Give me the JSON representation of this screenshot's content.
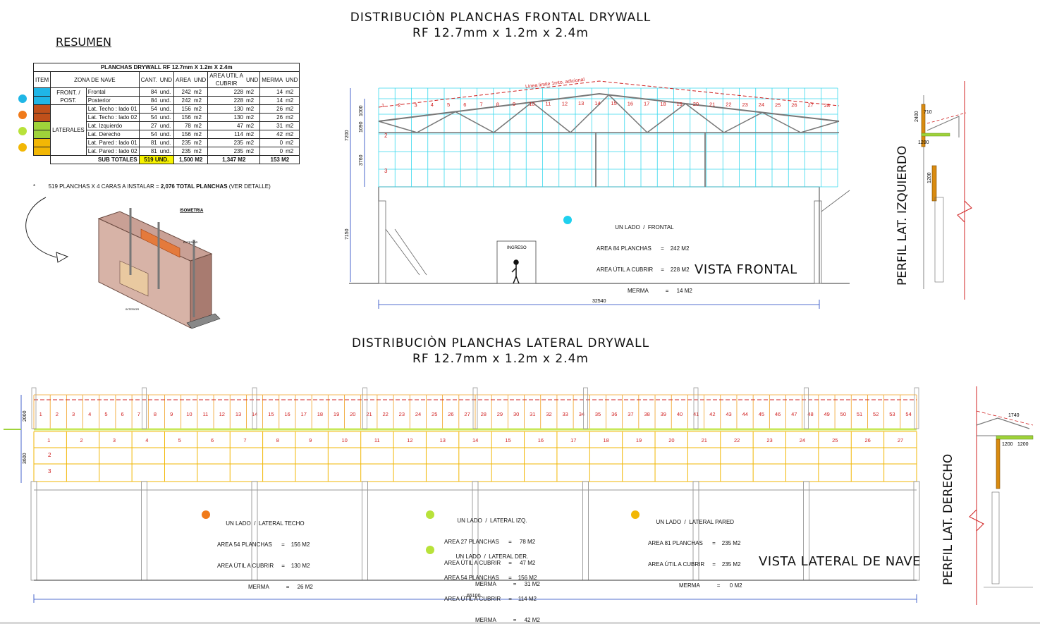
{
  "titles": {
    "frontal_line1": "DISTRIBUCIÒN  PLANCHAS  FRONTAL  DRYWALL",
    "frontal_line2": "RF  12.7mm  x  1.2m  x  2.4m",
    "lateral_line1": "DISTRIBUCIÒN  PLANCHAS  LATERAL  DRYWALL",
    "lateral_line2": "RF  12.7mm  x  1.2m  x  2.4m"
  },
  "resumen": {
    "label": "RESUMEN",
    "table_title": "PLANCHAS DRYWALL RF 12.7mm X 1.2m X 2.4m",
    "headers": {
      "item": "ITEM",
      "zona": "ZONA DE NAVE",
      "cant": "CANT.",
      "und1": "UND",
      "area": "AREA",
      "und2": "UND",
      "util_line1": "AREA UTIL A",
      "util_line2": "CUBRIR",
      "und3": "UND",
      "merma": "MERMA",
      "und4": "UND"
    },
    "group_front_line1": "FRONT. /",
    "group_front_line2": "POST.",
    "group_lat": "LATERALES",
    "rows": [
      {
        "zona": "Frontal",
        "cant": "84",
        "cu": "und.",
        "area": "242",
        "au": "m2",
        "util": "228",
        "uu": "m2",
        "merma": "14",
        "mu": "m2",
        "color": "#1fb6e6"
      },
      {
        "zona": "Posterior",
        "cant": "84",
        "cu": "und.",
        "area": "242",
        "au": "m2",
        "util": "228",
        "uu": "m2",
        "merma": "14",
        "mu": "m2",
        "color": "#1fb6e6"
      },
      {
        "zona": "Lat. Techo : lado 01",
        "cant": "54",
        "cu": "und.",
        "area": "156",
        "au": "m2",
        "util": "130",
        "uu": "m2",
        "merma": "26",
        "mu": "m2",
        "color": "#c0501a"
      },
      {
        "zona": "Lat. Techo : lado 02",
        "cant": "54",
        "cu": "und.",
        "area": "156",
        "au": "m2",
        "util": "130",
        "uu": "m2",
        "merma": "26",
        "mu": "m2",
        "color": "#c0501a"
      },
      {
        "zona": "Lat. Izquierdo",
        "cant": "27",
        "cu": "und.",
        "area": "78",
        "au": "m2",
        "util": "47",
        "uu": "m2",
        "merma": "31",
        "mu": "m2",
        "color": "#9fd33a"
      },
      {
        "zona": "Lat. Derecho",
        "cant": "54",
        "cu": "und.",
        "area": "156",
        "au": "m2",
        "util": "114",
        "uu": "m2",
        "merma": "42",
        "mu": "m2",
        "color": "#9fd33a"
      },
      {
        "zona": "Lat. Pared : lado 01",
        "cant": "81",
        "cu": "und.",
        "area": "235",
        "au": "m2",
        "util": "235",
        "uu": "m2",
        "merma": "0",
        "mu": "m2",
        "color": "#f2b705"
      },
      {
        "zona": "Lat. Pared : lado 02",
        "cant": "81",
        "cu": "und.",
        "area": "235",
        "au": "m2",
        "util": "235",
        "uu": "m2",
        "merma": "0",
        "mu": "m2",
        "color": "#f2b705"
      }
    ],
    "totals": {
      "label": "SUB TOTALES",
      "cant": "519 UND.",
      "area": "1,500 M2",
      "util": "1,347 M2",
      "merma": "153 M2"
    },
    "footnote_star": "*",
    "footnote_a": "519 PLANCHAS X 4 CARAS A INSTALAR = ",
    "footnote_b": "2,076 TOTAL PLANCHAS",
    "footnote_c": " (VER DETALLE)",
    "legend_colors": [
      "#1fb6e6",
      "#f07a1a",
      "#b8e23a",
      "#f2b705"
    ]
  },
  "isometric": {
    "label": "ISOMETRIA",
    "exterior": "EXTERIOR",
    "interior": "INTERIOR"
  },
  "frontal": {
    "view_label": "VISTA  FRONTAL",
    "limit_label": "Linea limite 1mto. adicional",
    "door_label": "INGRESO",
    "dims": {
      "d1": "1000",
      "d2": "1090",
      "d3": "7200",
      "d4": "3760",
      "d5": "7150",
      "width": "32540"
    },
    "rows_labels": [
      "2",
      "3"
    ],
    "columns": [
      "1",
      "2",
      "3",
      "4",
      "5",
      "6",
      "7",
      "8",
      "9",
      "10",
      "11",
      "12",
      "13",
      "14",
      "15",
      "16",
      "17",
      "18",
      "19",
      "20",
      "21",
      "22",
      "23",
      "24",
      "25",
      "26",
      "27",
      "28"
    ],
    "note": {
      "line1": "UN LADO  /  FRONTAL",
      "line2": "AREA 84 PLANCHAS      =    242 M2",
      "line3": "AREA ÚTIL A CUBRIR     =    228 M2",
      "line4": "MERMA           =     14 M2",
      "color": "#1fd0ee"
    }
  },
  "perfil_izq": {
    "label": "PERFIL  LAT.  IZQUIERDO",
    "d1": "2400",
    "d2": "710",
    "d3": "1200",
    "d4": "1200"
  },
  "lateral": {
    "view_label": "VISTA  LATERAL  DE  NAVE",
    "dims": {
      "d1": "2000",
      "d2": "3600",
      "width": "65100"
    },
    "top_row": [
      "1",
      "2",
      "3",
      "4",
      "5",
      "6",
      "7",
      "8",
      "9",
      "10",
      "11",
      "12",
      "13",
      "14",
      "15",
      "16",
      "17",
      "18",
      "19",
      "20",
      "21",
      "22",
      "23",
      "24",
      "25",
      "26",
      "27",
      "28",
      "29",
      "30",
      "31",
      "32",
      "33",
      "34",
      "35",
      "36",
      "37",
      "38",
      "39",
      "40",
      "41",
      "42",
      "43",
      "44",
      "45",
      "46",
      "47",
      "48",
      "49",
      "50",
      "51",
      "52",
      "53",
      "54"
    ],
    "wall_row": [
      "1",
      "2",
      "3",
      "4",
      "5",
      "6",
      "7",
      "8",
      "9",
      "10",
      "11",
      "12",
      "13",
      "14",
      "15",
      "16",
      "17",
      "18",
      "19",
      "20",
      "21",
      "22",
      "23",
      "24",
      "25",
      "26",
      "27"
    ],
    "wall_rows_labels": [
      "2",
      "3"
    ],
    "notes": [
      {
        "line1": "UN LADO  /  LATERAL TECHO",
        "line2": "AREA 54 PLANCHAS      =    156 M2",
        "line3": "AREA ÚTIL A CUBRIR     =    130 M2",
        "line4": "MERMA           =     26 M2",
        "color": "#f07a1a"
      },
      {
        "line1": "UN LADO  /  LATERAL IZQ.",
        "line2": "AREA 27 PLANCHAS      =     78 M2",
        "line3": "AREA ÚTIL A CUBRIR     =     47 M2",
        "line4": "MERMA           =     31 M2",
        "color": "#b8e23a"
      },
      {
        "line1": "UN LADO  /  LATERAL DER.",
        "line2": "AREA 54 PLANCHAS      =    156 M2",
        "line3": "AREA ÚTIL A CUBRIR     =    114 M2",
        "line4": "MERMA           =     42 M2",
        "color": "#b8e23a"
      },
      {
        "line1": "UN LADO  /  LATERAL PARED",
        "line2": "AREA 81 PLANCHAS      =    235 M2",
        "line3": "AREA ÚTIL A CUBRIR     =    235 M2",
        "line4": "MERMA           =      0 M2",
        "color": "#f2b705"
      }
    ]
  },
  "perfil_der": {
    "label": "PERFIL  LAT.  DERECHO",
    "d1": "1740",
    "d2": "1200",
    "d3": "1200"
  }
}
